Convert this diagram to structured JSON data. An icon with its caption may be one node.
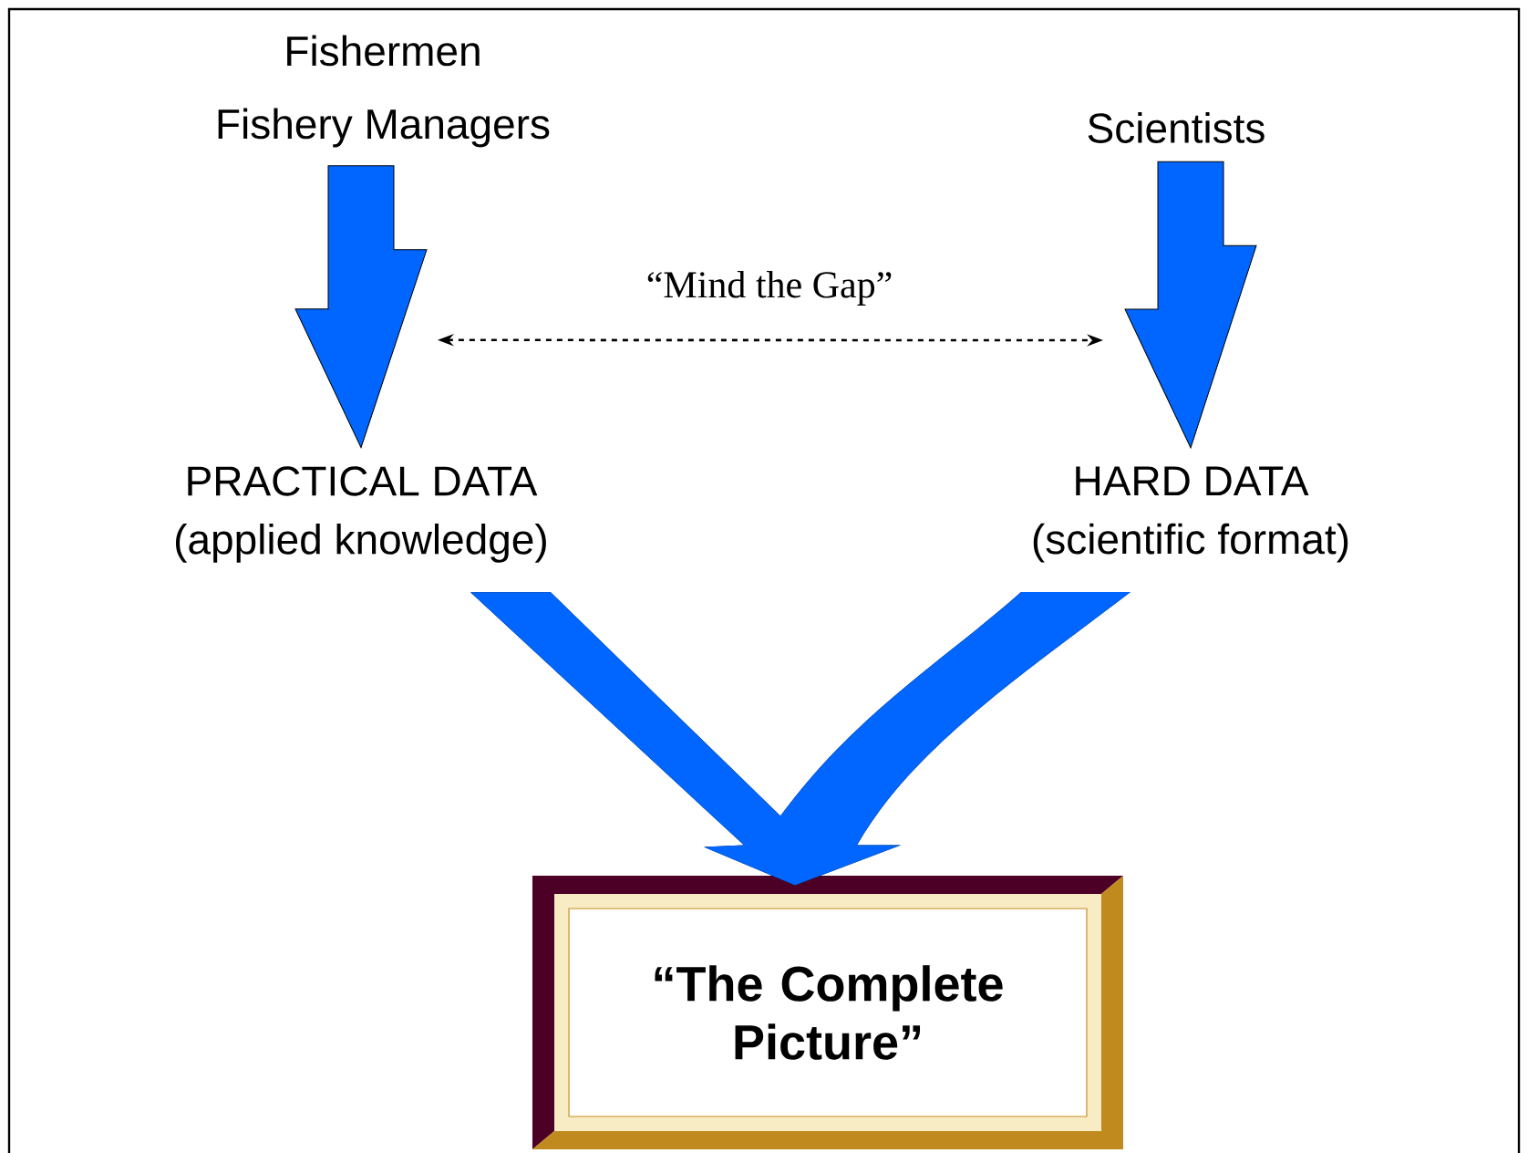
{
  "diagram": {
    "nodes": [
      {
        "text": [
          "Fishermen",
          "Fishery Managers"
        ]
      },
      {
        "text": [
          "Scientists"
        ]
      },
      {
        "text": [
          "PRACTICAL DATA",
          "(applied knowledge)"
        ]
      },
      {
        "text": [
          "HARD DATA",
          "(scientific format)"
        ]
      },
      {
        "text": [
          "“The Complete Picture”"
        ]
      }
    ],
    "edges": [
      {
        "from": 0,
        "to": 2,
        "arrow": "to"
      },
      {
        "from": 1,
        "to": 3,
        "arrow": "to"
      },
      {
        "from": 2,
        "to": 4,
        "arrow": "to"
      },
      {
        "from": 3,
        "to": 4,
        "arrow": "to"
      },
      {
        "from": 2,
        "to": 3,
        "arrow": "both",
        "label": "“Mind the Gap”",
        "style": "dashed",
        "color": "#000000"
      }
    ]
  }
}
